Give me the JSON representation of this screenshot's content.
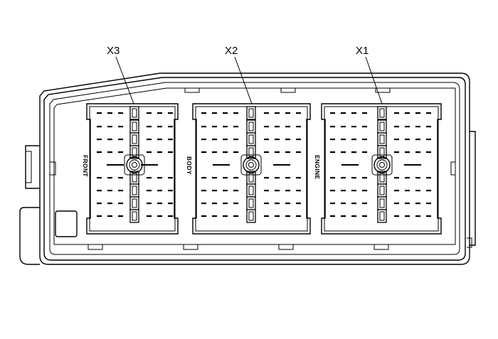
{
  "connectors": [
    {
      "id": "x3",
      "label": "X3"
    },
    {
      "id": "x2",
      "label": "X2"
    },
    {
      "id": "x1",
      "label": "X1"
    }
  ],
  "side_labels": {
    "front": "FRONT",
    "body": "BODY",
    "engine": "ENGINE"
  }
}
